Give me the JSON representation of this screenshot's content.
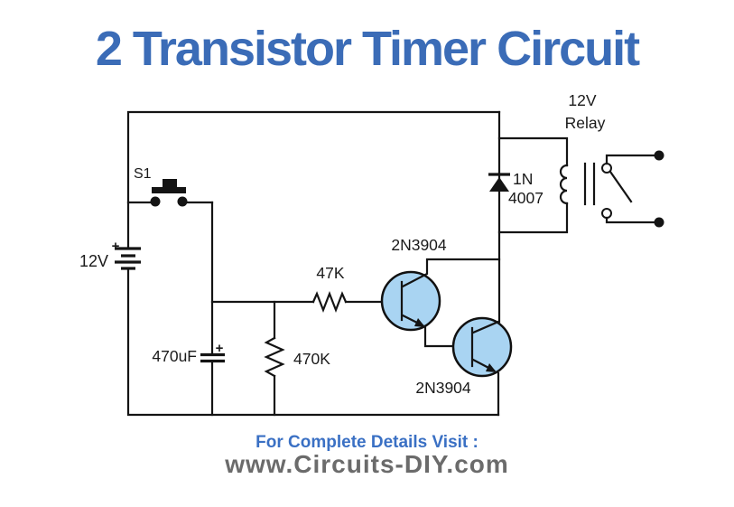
{
  "page": {
    "title": "2 Transistor Timer Circuit",
    "title_color": "#3b6cb7"
  },
  "circuit": {
    "labels": {
      "switch": "S1",
      "battery_voltage": "12V",
      "battery_plus": "+",
      "capacitor_value": "470uF",
      "capacitor_plus": "+",
      "base_resistor_value": "470K",
      "series_resistor_value": "47K",
      "transistor1": "2N3904",
      "transistor2": "2N3904",
      "diode_line1": "1N",
      "diode_line2": "4007",
      "relay_line1": "12V",
      "relay_line2": "Relay"
    },
    "colors": {
      "wire": "#141414",
      "transistor_fill": "#a9d4f2",
      "label": "#1a1a1a"
    }
  },
  "footer": {
    "line1": "For Complete Details Visit :",
    "line2": "www.Circuits-DIY.com",
    "line1_color": "#3a70c4",
    "line2_color": "#6b6b6b"
  }
}
